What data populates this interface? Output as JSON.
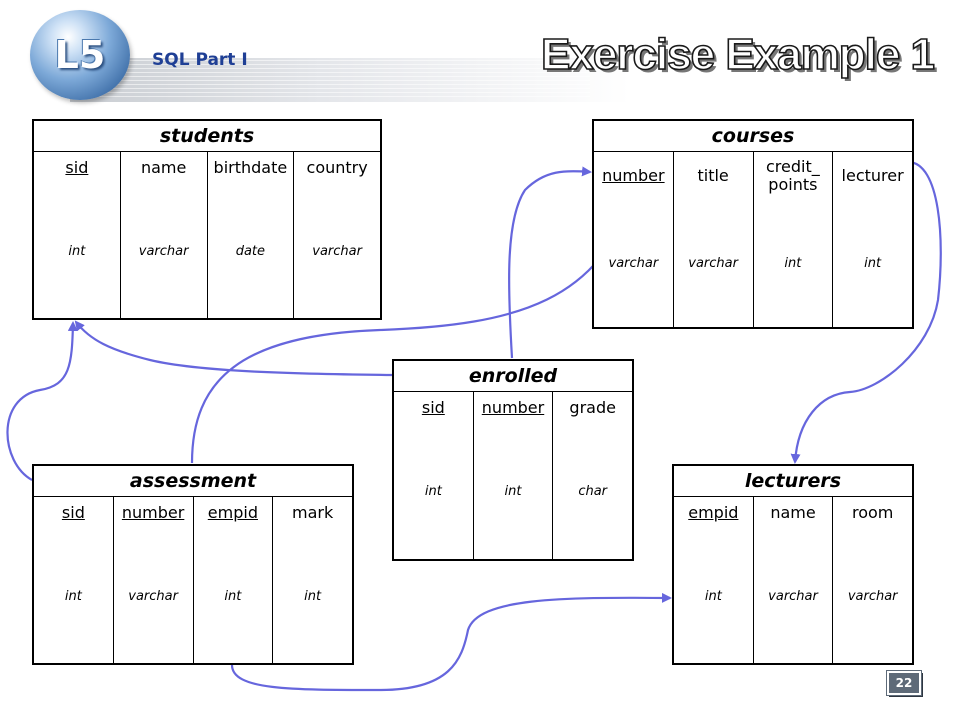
{
  "header": {
    "badge": "L5",
    "subtitle": "SQL Part I",
    "title": "Exercise Example 1"
  },
  "page_number": "22",
  "tables": {
    "students": {
      "title": "students",
      "columns": [
        {
          "name": "sid",
          "type": "int",
          "primary_key": true
        },
        {
          "name": "name",
          "type": "varchar",
          "primary_key": false
        },
        {
          "name": "birthdate",
          "type": "date",
          "primary_key": false
        },
        {
          "name": "country",
          "type": "varchar",
          "primary_key": false
        }
      ]
    },
    "courses": {
      "title": "courses",
      "columns": [
        {
          "name": "number",
          "type": "varchar",
          "primary_key": true
        },
        {
          "name": "title",
          "type": "varchar",
          "primary_key": false
        },
        {
          "name": "credit_ points",
          "type": "int",
          "primary_key": false
        },
        {
          "name": "lecturer",
          "type": "int",
          "primary_key": false
        }
      ]
    },
    "enrolled": {
      "title": "enrolled",
      "columns": [
        {
          "name": "sid",
          "type": "int",
          "primary_key": true
        },
        {
          "name": "number",
          "type": "int",
          "primary_key": true
        },
        {
          "name": "grade",
          "type": "char",
          "primary_key": false
        }
      ]
    },
    "assessment": {
      "title": "assessment",
      "columns": [
        {
          "name": "sid",
          "type": "int",
          "primary_key": true
        },
        {
          "name": "number",
          "type": "varchar",
          "primary_key": true
        },
        {
          "name": "empid",
          "type": "int",
          "primary_key": true
        },
        {
          "name": "mark",
          "type": "int",
          "primary_key": false
        }
      ]
    },
    "lecturers": {
      "title": "lecturers",
      "columns": [
        {
          "name": "empid",
          "type": "int",
          "primary_key": true
        },
        {
          "name": "name",
          "type": "varchar",
          "primary_key": false
        },
        {
          "name": "room",
          "type": "varchar",
          "primary_key": false
        }
      ]
    }
  },
  "relationships": [
    {
      "from": "enrolled.sid",
      "to": "students.sid"
    },
    {
      "from": "enrolled.number",
      "to": "courses.number"
    },
    {
      "from": "assessment.sid",
      "to": "students.sid"
    },
    {
      "from": "assessment.number",
      "to": "courses.number"
    },
    {
      "from": "assessment.empid",
      "to": "lecturers.empid"
    },
    {
      "from": "courses.lecturer",
      "to": "lecturers.empid"
    }
  ],
  "colors": {
    "connector": "#6666dd",
    "subtitle": "#1f3f95"
  }
}
